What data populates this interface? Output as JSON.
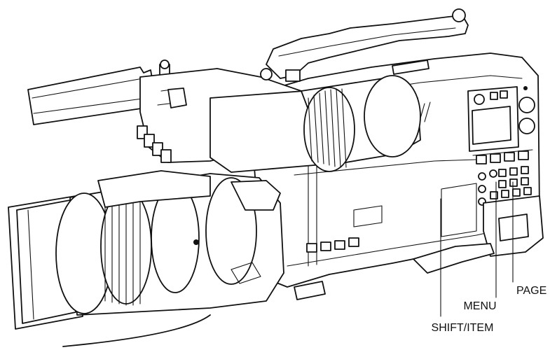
{
  "figure": {
    "subject_icon": "camcorder-icon",
    "callouts": {
      "menu": "MENU",
      "page": "PAGE",
      "shift_item": "SHIFT/ITEM"
    }
  }
}
